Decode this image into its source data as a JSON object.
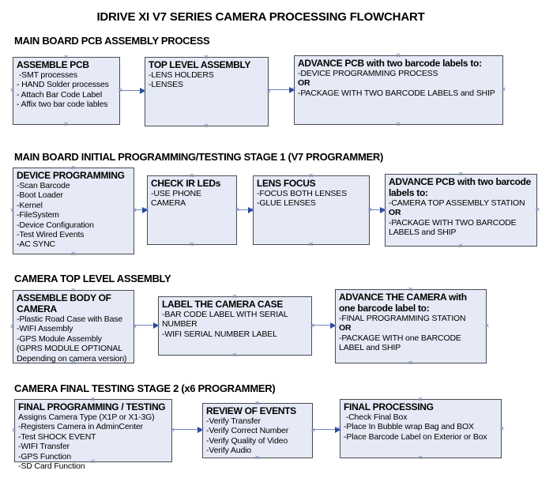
{
  "title": "IDRIVE XI V7 SERIES CAMERA PROCESSING FLOWCHART",
  "colors": {
    "box_fill": "#e6eaf6",
    "box_border": "#4a4c52",
    "arrow_line": "#6e86c4",
    "arrow_head": "#2b4a9e",
    "connection_mark": "#7c8db5",
    "text": "#000000"
  },
  "sections": [
    {
      "heading": "MAIN BOARD PCB ASSEMBLY PROCESS",
      "boxes": [
        {
          "title": "ASSEMBLE PCB",
          "items": [
            " -SMT processes",
            "- HAND Solder processes",
            "- Attach Bar Code Label",
            "- Affix two bar code lables"
          ]
        },
        {
          "title": "TOP LEVEL ASSEMBLY",
          "items": [
            "-LENS HOLDERS",
            "-LENSES"
          ]
        },
        {
          "title": "ADVANCE PCB with two barcode labels to:",
          "items": [
            "-DEVICE PROGRAMMING PROCESS",
            "OR",
            "-PACKAGE WITH TWO BARCODE LABELS and SHIP"
          ]
        }
      ]
    },
    {
      "heading": "MAIN BOARD INITIAL PROGRAMMING/TESTING STAGE 1 (V7 PROGRAMMER)",
      "boxes": [
        {
          "title": "DEVICE PROGRAMMING",
          "items": [
            "-Scan Barcode",
            "-Boot Loader",
            "-Kernel",
            "-FileSystem",
            "-Device Configuration",
            "-Test Wired Events",
            "-AC SYNC"
          ]
        },
        {
          "title": "CHECK IR LEDs",
          "items": [
            "-USE PHONE CAMERA"
          ]
        },
        {
          "title": "LENS FOCUS",
          "items": [
            "-FOCUS BOTH LENSES",
            "-GLUE LENSES"
          ]
        },
        {
          "title": "ADVANCE PCB with two barcode labels to:",
          "items": [
            "-CAMERA TOP ASSEMBLY STATION",
            "OR",
            "-PACKAGE WITH TWO BARCODE LABELS and SHIP"
          ]
        }
      ]
    },
    {
      "heading": "CAMERA TOP LEVEL ASSEMBLY",
      "boxes": [
        {
          "title": "ASSEMBLE BODY OF CAMERA",
          "items": [
            "-Plastic Road Case with Base",
            "-WIFI Assembly",
            "-GPS Module Assembly",
            "(GPRS MODULE OPTIONAL",
            "Depending on camera version)"
          ]
        },
        {
          "title": "LABEL THE CAMERA CASE",
          "items": [
            "-BAR CODE LABEL WITH SERIAL NUMBER",
            "-WIFI SERIAL NUMBER LABEL"
          ]
        },
        {
          "title": "ADVANCE THE CAMERA with one barcode label to:",
          "items": [
            "-FINAL PROGRAMMING STATION",
            "OR",
            "-PACKAGE WITH one BARCODE LABEL and SHIP"
          ]
        }
      ]
    },
    {
      "heading": "CAMERA FINAL TESTING STAGE 2 (x6 PROGRAMMER)",
      "boxes": [
        {
          "title": "FINAL PROGRAMMING / TESTING",
          "items": [
            "Assigns Camera Type (X1P or X1-3G)",
            "-Registers Camera in AdminCenter",
            "-Test SHOCK EVENT",
            "-WIFI Transfer",
            "-GPS Function",
            "-SD Card Function"
          ]
        },
        {
          "title": "REVIEW OF EVENTS",
          "items": [
            "-Verify Transfer",
            "-Verify Correct Number",
            "-Verify Quality of Video",
            "-Verify Audio"
          ]
        },
        {
          "title": "FINAL PROCESSING",
          "items": [
            " -Check Final Box",
            "-Place In Bubble wrap Bag and BOX",
            "-Place Barcode Label on Exterior or Box"
          ]
        }
      ]
    }
  ]
}
